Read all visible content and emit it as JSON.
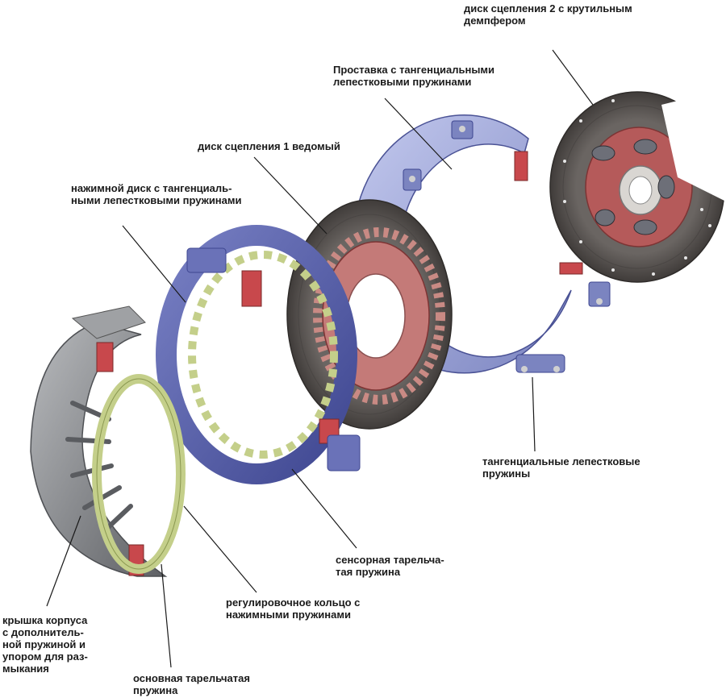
{
  "labels": {
    "disc2": "диск сцепления 2 с крутильным\nдемпфером",
    "spacer": "Проставка с тангенциальными\nлепестковыми пружинами",
    "disc1": "диск сцепления 1 ведомый",
    "pressure_plate": "нажимной диск с тангенциаль-\nными лепестковыми пружинами",
    "tangential_springs": "тангенциальные лепестковые\nпружины",
    "sensor_spring": "сенсорная тарельча-\nтая пружина",
    "adjusting_ring": "регулировочное кольцо с\nнажимными пружинами",
    "housing_cover": "крышка корпуса\nс дополнитель-\nной пружиной и\nупором для раз-\nмыкания",
    "main_spring": "основная тарельчатая\nпружина"
  },
  "colors": {
    "friction": "#5e5a57",
    "friction_dark": "#3f3b39",
    "hub_red": "#b55a5a",
    "spacer_blue": "#9aa3d6",
    "pressure_blue": "#5a63a8",
    "spring_green": "#c4cf8a",
    "cover_grey": "#8f9194",
    "accent_red": "#c8484c",
    "leader": "#1a1a1a"
  }
}
